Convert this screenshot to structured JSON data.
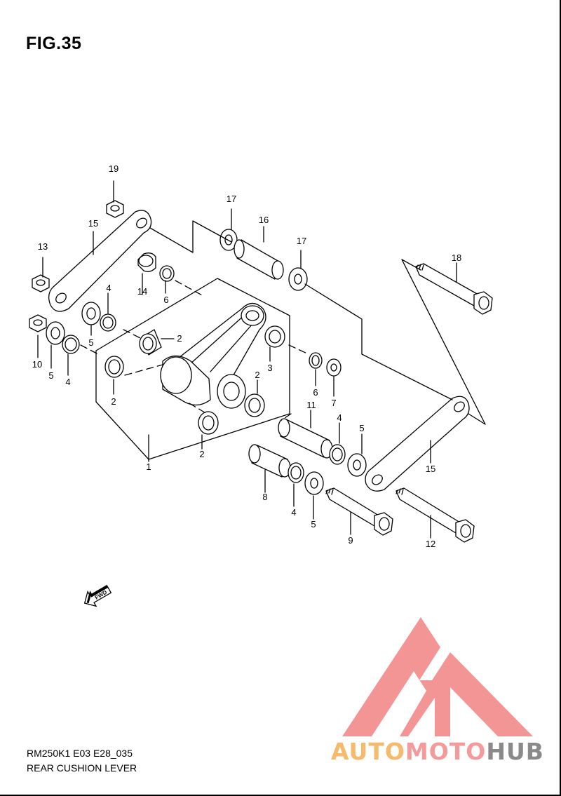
{
  "figure": {
    "title": "FIG.35"
  },
  "footer": {
    "model_code": "RM250K1 E03 E28_035",
    "section_name": "REAR CUSHION LEVER"
  },
  "fwd_marker": {
    "label": "FWD",
    "icon": "fwd-arrow-icon"
  },
  "watermark": {
    "parts": [
      "AUTO",
      "MOTO",
      "HUB"
    ],
    "colors": {
      "auto": "#f7b96b",
      "moto": "#f59a9a",
      "hub": "#8a8a8a",
      "logo": "#f49595"
    }
  },
  "callouts": {
    "c1": "1",
    "c2a": "2",
    "c2b": "2",
    "c2c": "2",
    "c2d": "2",
    "c3": "3",
    "c4a": "4",
    "c4b": "4",
    "c4c": "4",
    "c4d": "4",
    "c5a": "5",
    "c5b": "5",
    "c5c": "5",
    "c5d": "5",
    "c6a": "6",
    "c6b": "6",
    "c7": "7",
    "c8": "8",
    "c9": "9",
    "c10": "10",
    "c11": "11",
    "c12": "12",
    "c13": "13",
    "c14": "14",
    "c15a": "15",
    "c15b": "15",
    "c16": "16",
    "c17a": "17",
    "c17b": "17",
    "c18": "18",
    "c19": "19"
  }
}
